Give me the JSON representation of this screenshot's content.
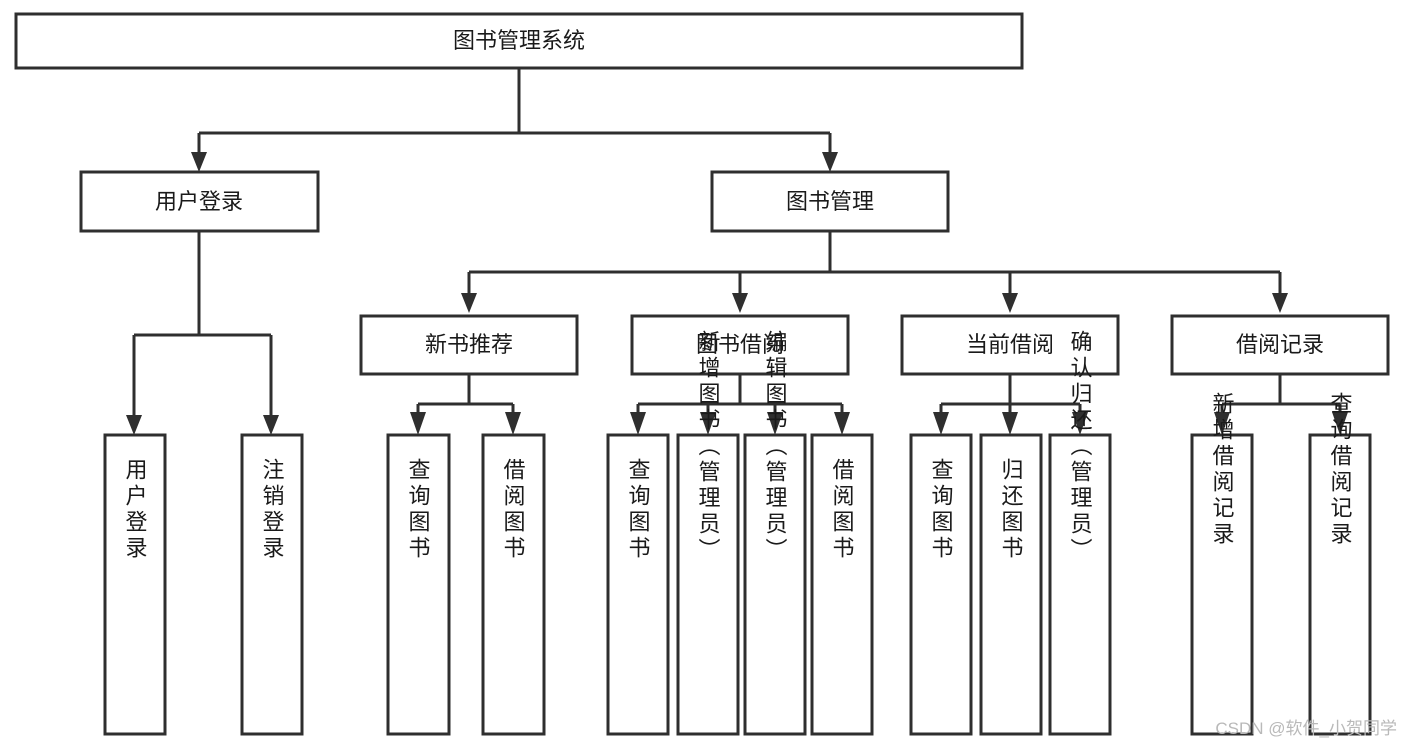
{
  "diagram": {
    "title": "图书管理系统",
    "type": "tree-hierarchy-diagram",
    "colors": {
      "stroke": "#2f2f2f",
      "fill": "#ffffff",
      "text": "#1a1a1a",
      "watermark": "#b9b9b9"
    },
    "root": {
      "label": "图书管理系统"
    },
    "level2": [
      {
        "label": "用户登录"
      },
      {
        "label": "图书管理"
      }
    ],
    "level3": [
      {
        "label": "新书推荐"
      },
      {
        "label": "图书借阅"
      },
      {
        "label": "当前借阅"
      },
      {
        "label": "借阅记录"
      }
    ],
    "leaves": {
      "user_login": [
        {
          "label": "用户登录"
        },
        {
          "label": "注销登录"
        }
      ],
      "new_book_recommend": [
        {
          "label": "查询图书"
        },
        {
          "label": "借阅图书"
        }
      ],
      "book_borrow": [
        {
          "label": "查询图书"
        },
        {
          "label": "新增图书（管理员）"
        },
        {
          "label": "编辑图书（管理员）"
        },
        {
          "label": "借阅图书"
        }
      ],
      "current_borrow": [
        {
          "label": "查询图书"
        },
        {
          "label": "归还图书"
        },
        {
          "label": "确认归还（管理员）"
        }
      ],
      "borrow_record": [
        {
          "label": "新增借阅记录"
        },
        {
          "label": "查询借阅记录"
        }
      ]
    }
  },
  "watermark": {
    "text": "CSDN @软件_小贺同学"
  }
}
